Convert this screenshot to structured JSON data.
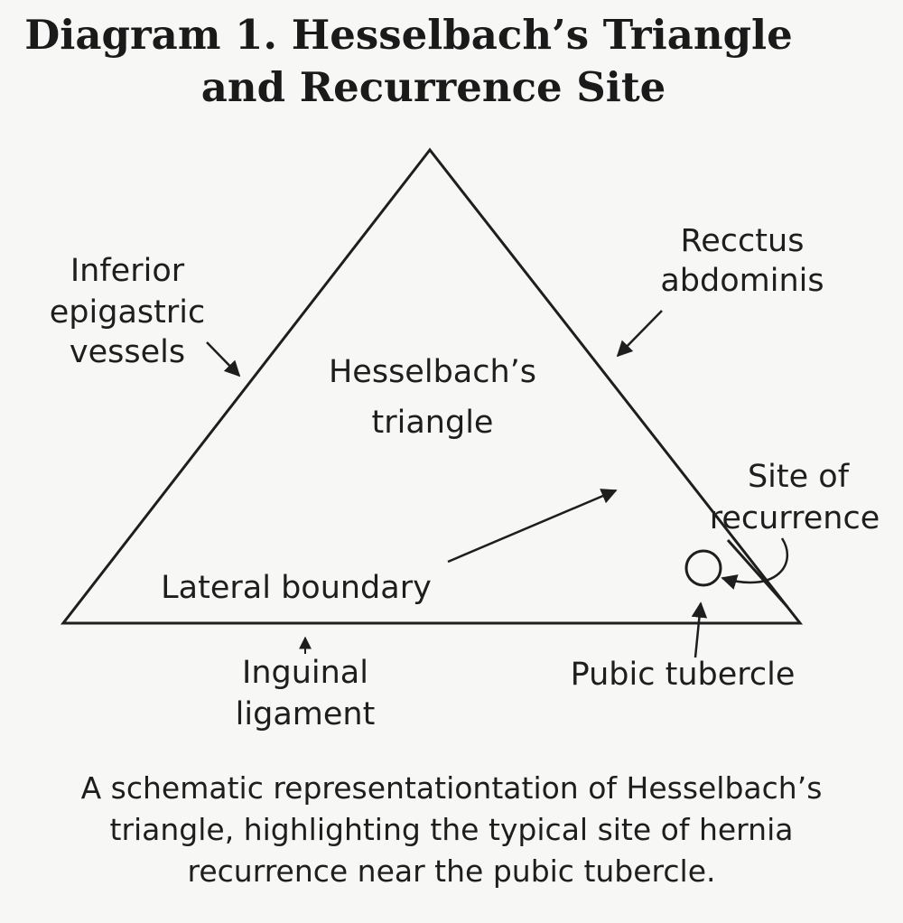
{
  "title": {
    "line1": "Diagram 1. Hesselbach’s Triangle",
    "line2": "and Recurrence Site"
  },
  "labels": {
    "inferior_epigastric": [
      "Inferior",
      "epigastric",
      "vessels"
    ],
    "rectus": [
      "Recctus",
      "abdominis"
    ],
    "triangle": [
      "Hesselbach’s",
      "triangle"
    ],
    "site": [
      "Site of",
      "recurrence"
    ],
    "lateral": "Lateral boundary",
    "inguinal": [
      "Inguinal",
      "ligament"
    ],
    "pubic": "Pubic tubercle"
  },
  "caption": {
    "line1": "A schematic representationtation of Hesselbach’s",
    "line2": "triangle, highlighting the typical site of hernia",
    "line3": "recurrence near the pubic tubercle."
  }
}
